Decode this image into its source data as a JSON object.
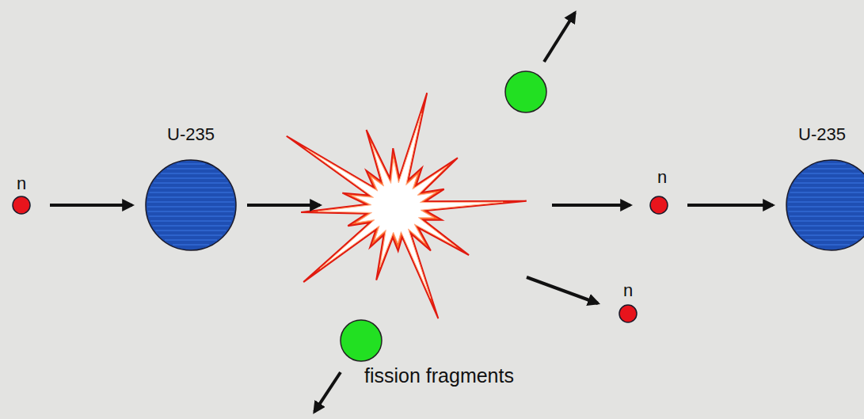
{
  "diagram": {
    "nodes": [
      {
        "text": [
          "n"
        ]
      },
      {
        "text": [
          "U-235"
        ]
      },
      {
        "text": [
          "n"
        ]
      },
      {
        "text": [
          "U-235"
        ]
      },
      {
        "text": [
          "n"
        ]
      }
    ],
    "edges": [
      {
        "from": 0,
        "to": 1,
        "arrow": "to"
      },
      {
        "from": 2,
        "to": 3,
        "arrow": "to"
      }
    ],
    "labels": [
      "fission fragments"
    ]
  }
}
